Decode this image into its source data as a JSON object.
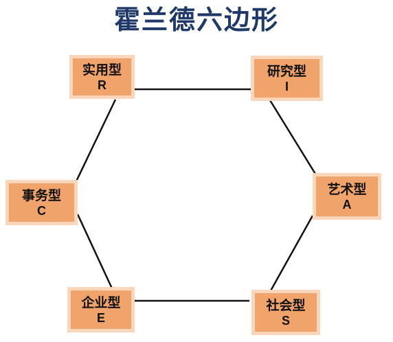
{
  "title": "霍兰德六边形",
  "nodes": {
    "r": {
      "name": "实用型",
      "code": "R"
    },
    "i": {
      "name": "研究型",
      "code": "I"
    },
    "a": {
      "name": "艺术型",
      "code": "A"
    },
    "s": {
      "name": "社会型",
      "code": "S"
    },
    "e": {
      "name": "企业型",
      "code": "E"
    },
    "c": {
      "name": "事务型",
      "code": "C"
    }
  },
  "colors": {
    "node_fill": "#f0a36a",
    "node_border": "#fbd6bb",
    "title": "#1f3867",
    "edge": "#111111"
  }
}
